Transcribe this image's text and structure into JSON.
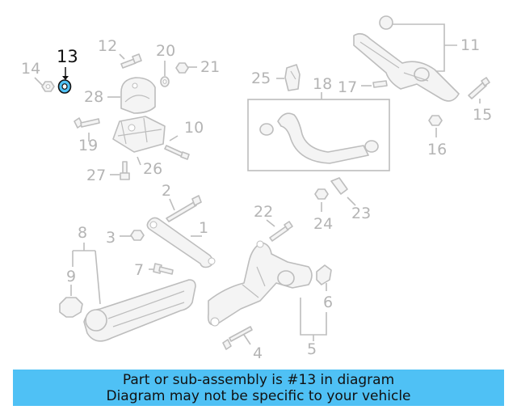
{
  "diagram": {
    "highlighted_part": "13",
    "highlight_color": "#4fc1f5",
    "callouts": {
      "n1": "1",
      "n2": "2",
      "n3": "3",
      "n4": "4",
      "n5": "5",
      "n6": "6",
      "n7": "7",
      "n8": "8",
      "n9": "9",
      "n10": "10",
      "n11": "11",
      "n12": "12",
      "n13": "13",
      "n14": "14",
      "n15": "15",
      "n16": "16",
      "n17": "17",
      "n18": "18",
      "n19": "19",
      "n20": "20",
      "n21": "21",
      "n22": "22",
      "n23": "23",
      "n24": "24",
      "n25": "25",
      "n26": "26",
      "n27": "27",
      "n28": "28"
    }
  },
  "banner": {
    "line1": "Part or sub-assembly is #13 in diagram",
    "line2": "Diagram may not be specific to your vehicle",
    "color": "#4fc1f5"
  }
}
